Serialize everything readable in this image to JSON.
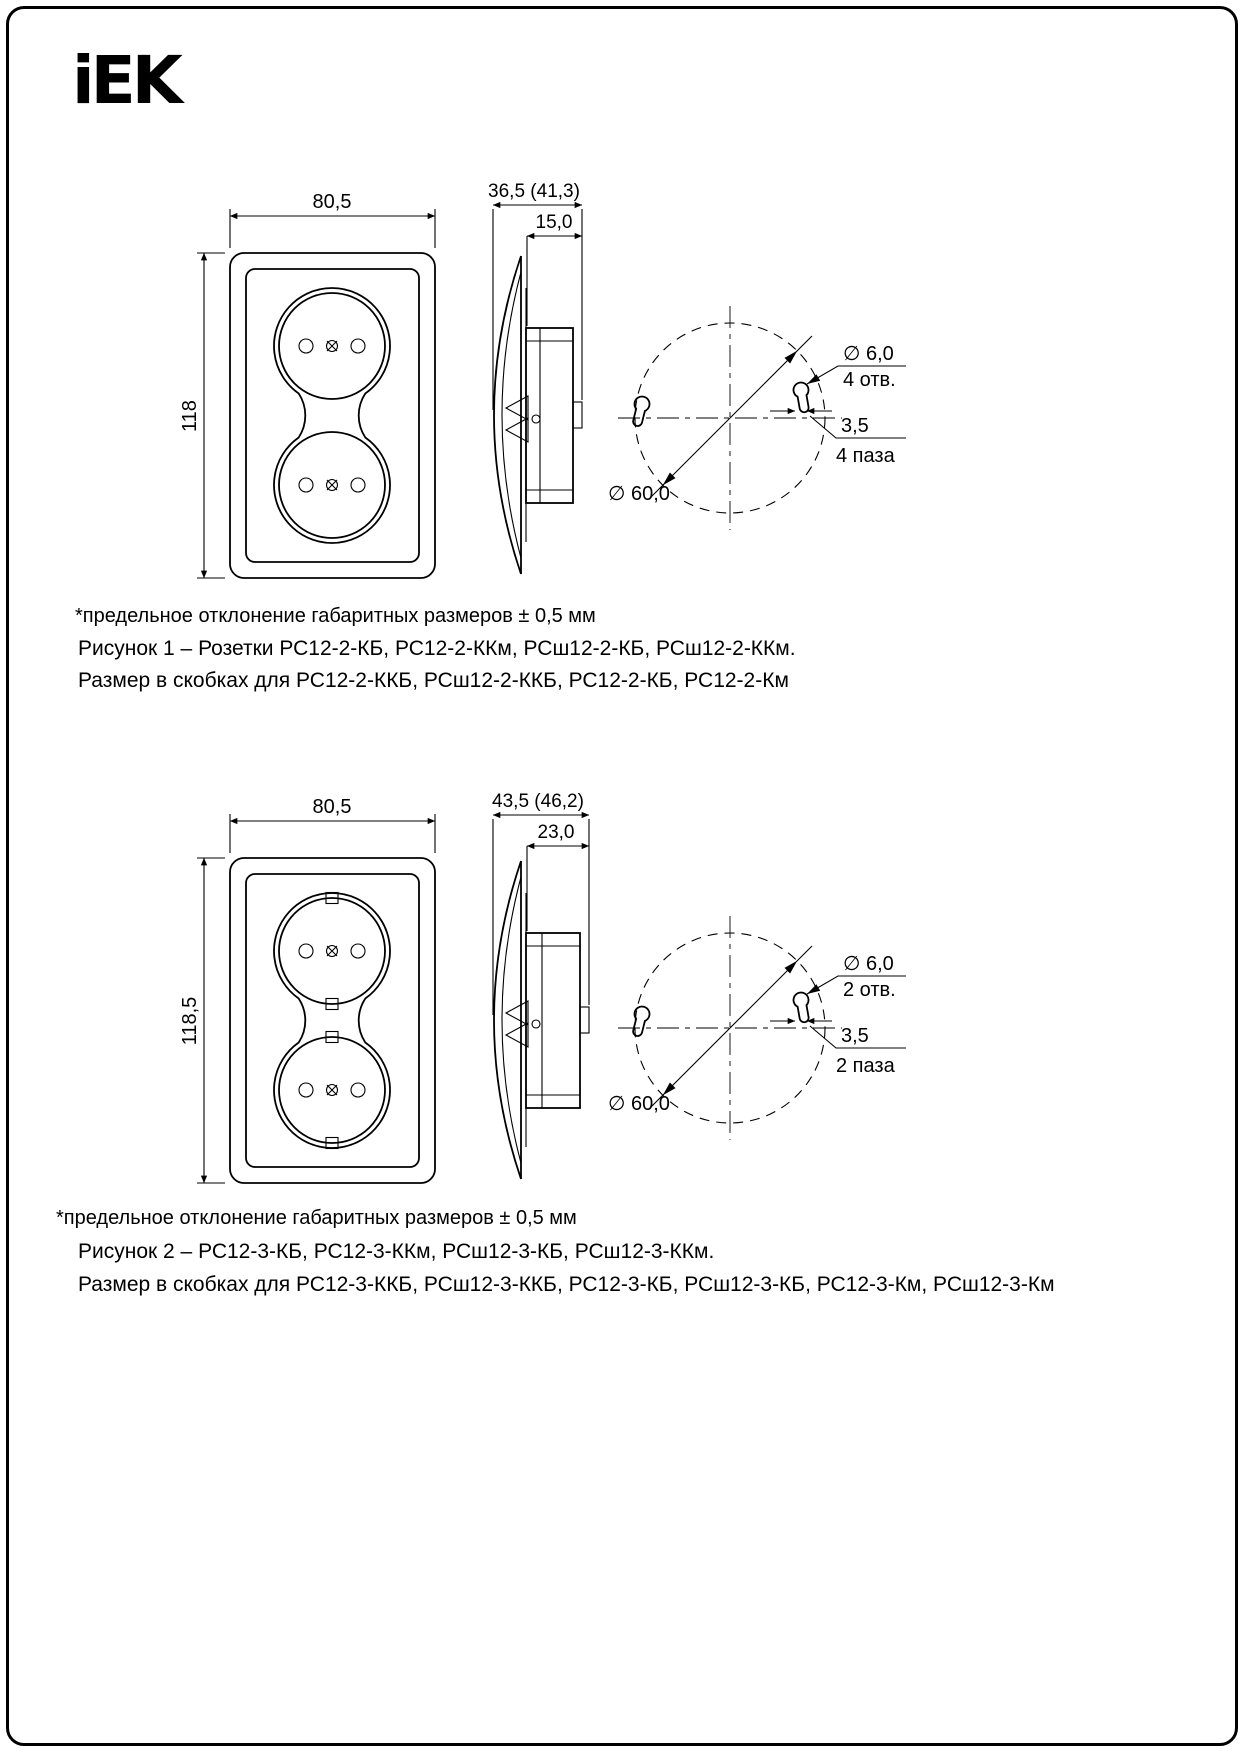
{
  "brand": {
    "logo_text": "iEK"
  },
  "figure1": {
    "dims": {
      "front_width": "80,5",
      "front_height": "118",
      "side_depth": "36,5 (41,3)",
      "side_depth_inner": "15,0",
      "mount_diameter": "∅ 60,0",
      "mount_hole_diameter": "∅ 6,0",
      "mount_hole_count": "4 отв.",
      "mount_slot_width": "3,5",
      "mount_slot_count": "4 паза"
    },
    "note": "*предельное отклонение габаритных размеров ± 0,5 мм",
    "caption_line1": "Рисунок 1 – Розетки РС12-2-КБ, РС12-2-ККм, РСш12-2-КБ, РСш12-2-ККм.",
    "caption_line2": "Размер в скобках для РС12-2-ККБ, РСш12-2-ККБ, РС12-2-КБ, РС12-2-Км"
  },
  "figure2": {
    "dims": {
      "front_width": "80,5",
      "front_height": "118,5",
      "side_depth": "43,5 (46,2)",
      "side_depth_inner": "23,0",
      "mount_diameter": "∅ 60,0",
      "mount_hole_diameter": "∅ 6,0",
      "mount_hole_count": "2 отв.",
      "mount_slot_width": "3,5",
      "mount_slot_count": "2 паза"
    },
    "note": "*предельное отклонение габаритных размеров ± 0,5 мм",
    "caption_line1": "Рисунок 2 – РС12-3-КБ, РС12-3-ККм, РСш12-3-КБ, РСш12-3-ККм.",
    "caption_line2": "Размер в скобках для РС12-3-ККБ, РСш12-3-ККБ, РС12-3-КБ, РСш12-3-КБ, РС12-3-Км, РСш12-3-Км"
  }
}
